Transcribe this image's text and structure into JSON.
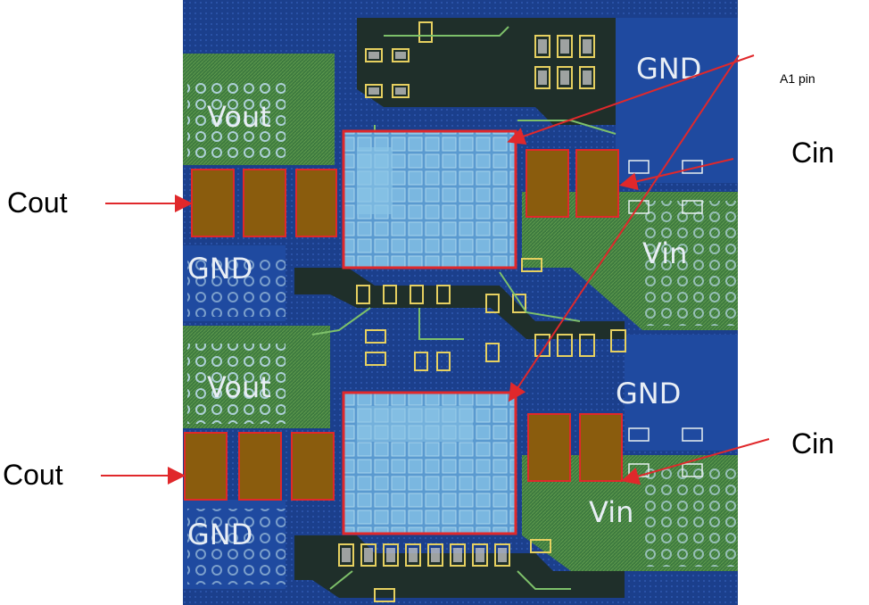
{
  "labels": {
    "a1_pin": "A1 pin",
    "cin_top": "Cin",
    "cin_bottom": "Cin",
    "cout_top": "Cout",
    "cout_bottom": "Cout"
  },
  "nets": {
    "gnd_top_right": "GND",
    "vout_top": "Vout",
    "gnd_top_left": "GND",
    "vin_top": "Vin",
    "vout_bottom": "Vout",
    "gnd_bottom_right": "GND",
    "vin_bottom": "Vin",
    "gnd_bottom_left": "GND"
  },
  "colors": {
    "board": "#1b3f8c",
    "copper_green": "#3d7a3f",
    "copper_light": "#79a85a",
    "trace": "#1f2f2a",
    "ic_fill": "#6aa9d8",
    "ic_outline": "#e0282b",
    "pad": "#8a5c0d",
    "arrow": "#e0282b"
  }
}
